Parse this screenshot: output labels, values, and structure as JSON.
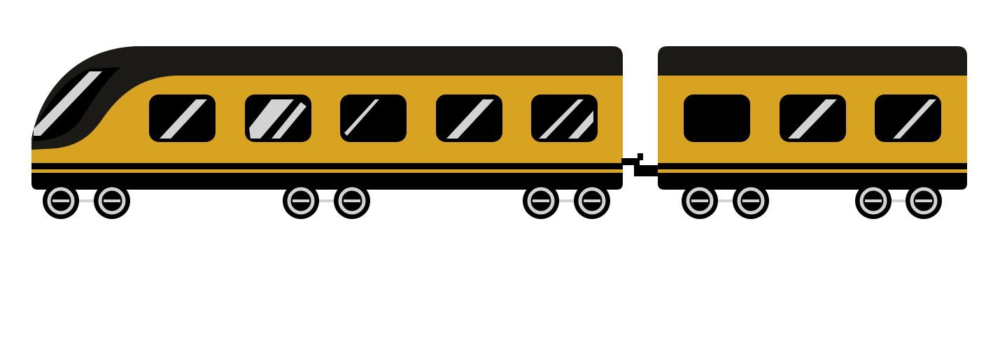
{
  "illustration": {
    "subject": "train-icon",
    "colors": {
      "background": "#ffffff",
      "body": "#D8A321",
      "roof": "#1C1A17",
      "dark": "#000000",
      "glass_glare": "#D3D3D3",
      "stripe": "#D8A321",
      "axle": "#D3D3D3",
      "wheel_rim": "#000000",
      "wheel_ring": "#D3D3D3"
    },
    "cars": [
      {
        "kind": "locomotive",
        "window_count": 5,
        "wheel_count": 6
      },
      {
        "kind": "passenger-car",
        "window_count": 3,
        "wheel_count": 4
      }
    ]
  }
}
